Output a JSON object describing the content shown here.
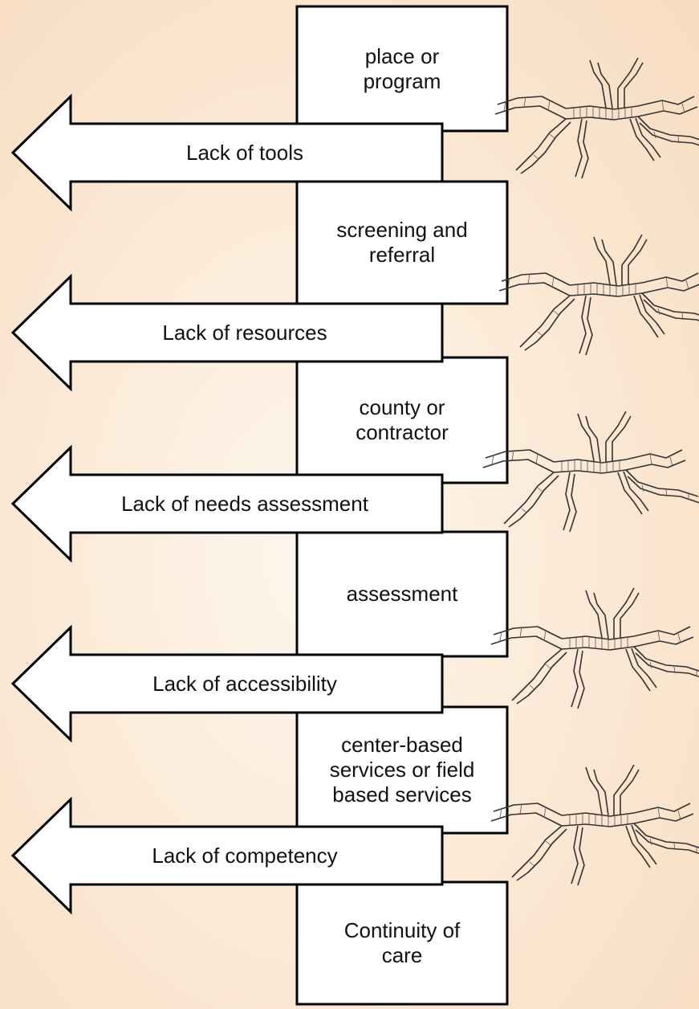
{
  "boxes": [
    {
      "label": "place or\nprogram"
    },
    {
      "label": "screening and\nreferral"
    },
    {
      "label": "county or\ncontractor"
    },
    {
      "label": "assessment"
    },
    {
      "label": "center-based\nservices or field\nbased services"
    },
    {
      "label": "Continuity of\ncare"
    }
  ],
  "barriers": [
    {
      "label": "Lack of tools",
      "icon": "crack-icon"
    },
    {
      "label": "Lack of resources",
      "icon": "crack-icon"
    },
    {
      "label": "Lack of needs assessment",
      "icon": "crack-icon"
    },
    {
      "label": "Lack of accessibility",
      "icon": "crack-icon"
    },
    {
      "label": "Lack of competency",
      "icon": "crack-icon"
    }
  ],
  "colors": {
    "background": "#fbe8d3",
    "box_fill": "#ffffff",
    "stroke": "#000000"
  }
}
